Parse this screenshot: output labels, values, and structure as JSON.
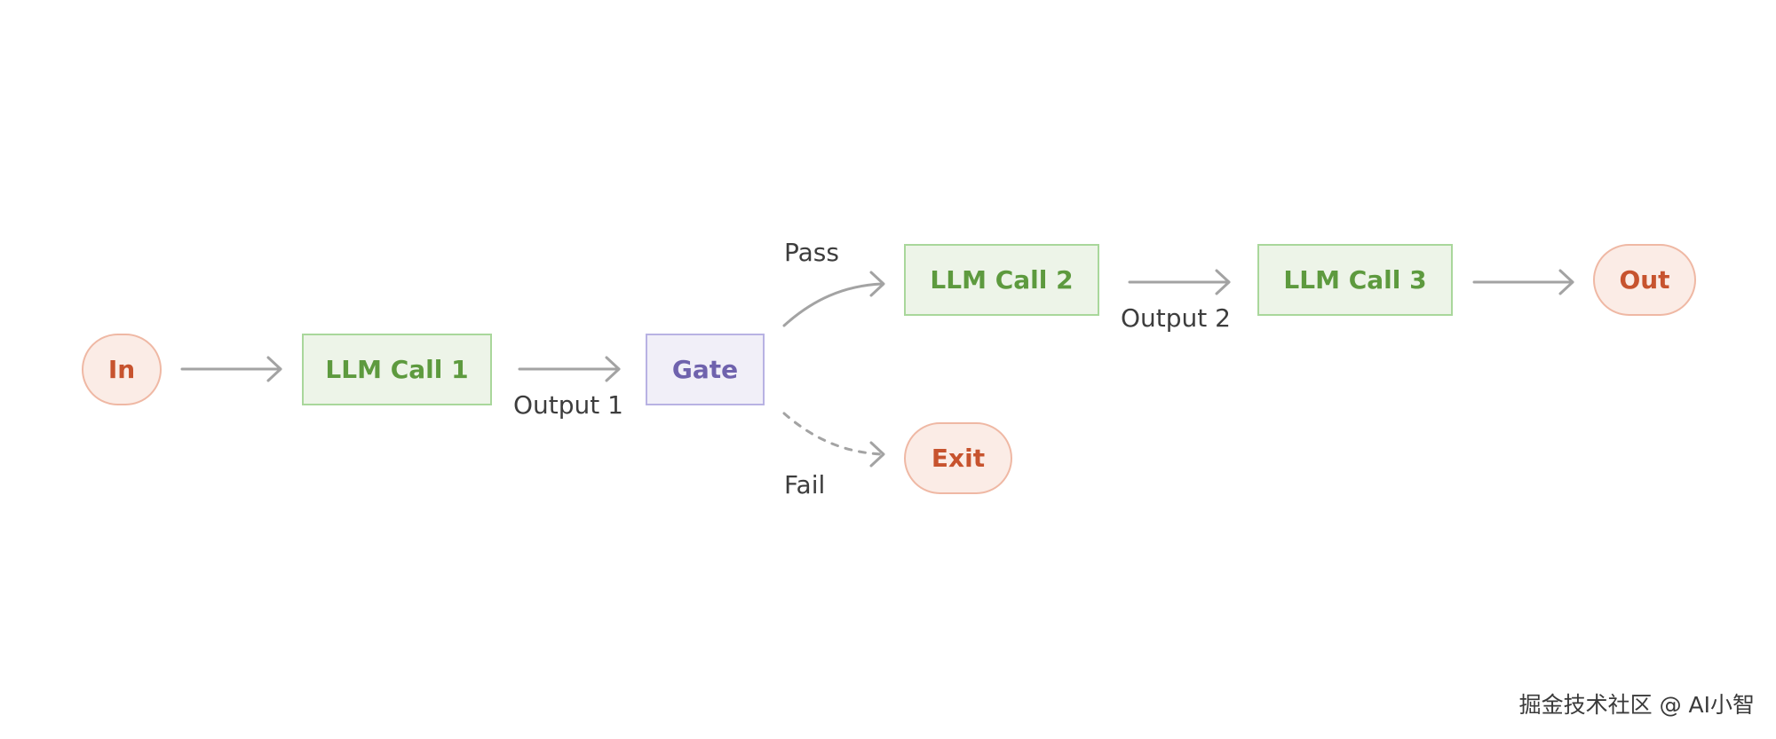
{
  "nodes": {
    "in": "In",
    "llm_call_1": "LLM Call 1",
    "gate": "Gate",
    "llm_call_2": "LLM Call 2",
    "llm_call_3": "LLM Call 3",
    "out": "Out",
    "exit": "Exit"
  },
  "edge_labels": {
    "output_1": "Output 1",
    "pass": "Pass",
    "fail": "Fail",
    "output_2": "Output 2"
  },
  "watermark": "掘金技术社区 @ AI小智",
  "colors": {
    "terminal_fill": "#fbece6",
    "terminal_border": "#efb8a4",
    "terminal_text": "#c7532e",
    "llm_fill": "#edf4e8",
    "llm_border": "#a9d79b",
    "llm_text": "#5d9a3e",
    "gate_fill": "#f1eff8",
    "gate_border": "#b8b2e3",
    "gate_text": "#6f62ad",
    "arrow": "#a3a3a3"
  }
}
